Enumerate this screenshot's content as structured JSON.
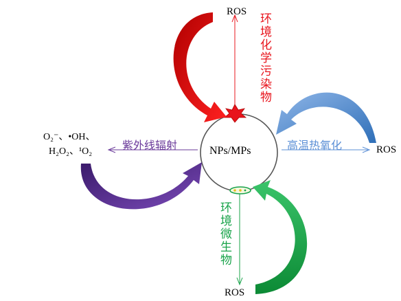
{
  "diagram": {
    "center": {
      "label": "NPs/MPs"
    },
    "top": {
      "product": "ROS",
      "factor": "环境化学污染物",
      "color": "#e8141c"
    },
    "right": {
      "product": "ROS",
      "factor": "高温热氧化",
      "color": "#5b8fd6"
    },
    "bottom": {
      "product": "ROS",
      "factor": "环境微生物",
      "color": "#19a34a"
    },
    "left": {
      "products_line1": "O₂⁻、•OH、",
      "products_line2": "H₂O₂、¹O₂",
      "factor": "紫外线辐射",
      "color": "#6a3a9a"
    }
  }
}
